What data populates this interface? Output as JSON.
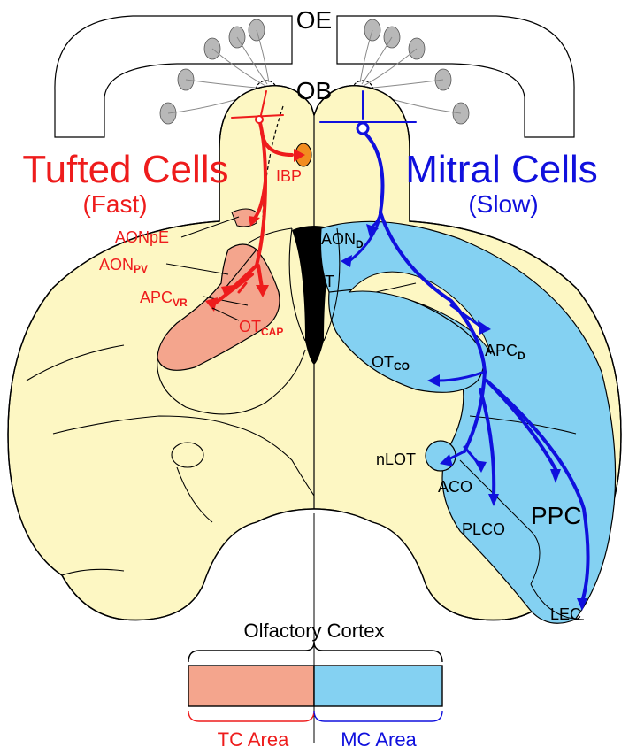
{
  "labels": {
    "oe": "OE",
    "ob": "OB",
    "tufted_title": "Tufted Cells",
    "tufted_sub": "(Fast)",
    "mitral_title": "Mitral Cells",
    "mitral_sub": "(Slow)",
    "ibp": "IBP",
    "aonpe_main": "AON",
    "aonpe_sub": "pE",
    "aonpv_main": "AON",
    "aonpv_sub": "PV",
    "apcvr_main": "APC",
    "apcvr_sub": "VR",
    "otcap_main": "OT",
    "otcap_sub": "CAP",
    "aond_main": "AON",
    "aond_sub": "D",
    "tt": "TT",
    "apcd_main": "APC",
    "apcd_sub": "D",
    "otco_main": "OT",
    "otco_sub": "CO",
    "nlot": "nLOT",
    "aco": "ACO",
    "plco": "PLCO",
    "ppc": "PPC",
    "lec": "LEC"
  },
  "legend": {
    "title": "Olfactory Cortex",
    "tc": "TC Area",
    "mc": "MC Area"
  },
  "colors": {
    "tufted": "#ee1c1c",
    "mitral": "#1010dd",
    "brain_fill": "#fdf7c3",
    "tc_area": "#f4a58d",
    "mc_area": "#84d1f2",
    "ibp_fill": "#f28c1f"
  }
}
